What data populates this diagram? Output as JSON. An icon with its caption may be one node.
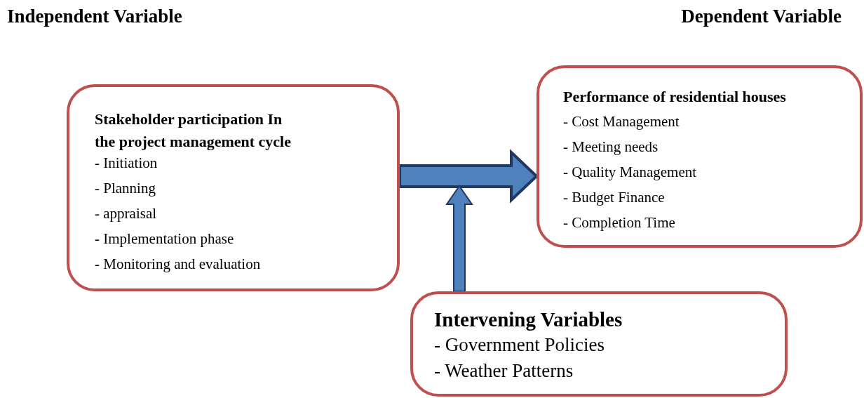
{
  "diagram": {
    "nodes": [
      {
        "text": [
          "Stakeholder participation In the project management cycle",
          "- Initiation",
          "- Planning",
          "- appraisal",
          "- Implementation phase",
          "- Monitoring and evaluation"
        ]
      },
      {
        "text": [
          "Performance of residential houses",
          "- Cost Management",
          "- Meeting needs",
          "- Quality Management",
          "- Budget Finance",
          "- Completion Time"
        ]
      },
      {
        "text": [
          "Intervening Variables",
          "- Government Policies",
          "- Weather Patterns"
        ]
      }
    ],
    "edges": [
      {
        "from": 0,
        "to": 1,
        "arrow": "to",
        "style": "thick"
      },
      {
        "from": 2,
        "to": null,
        "arrow": "to",
        "style": "thick"
      }
    ],
    "labels": [
      "Independent Variable",
      "Dependent Variable"
    ]
  }
}
